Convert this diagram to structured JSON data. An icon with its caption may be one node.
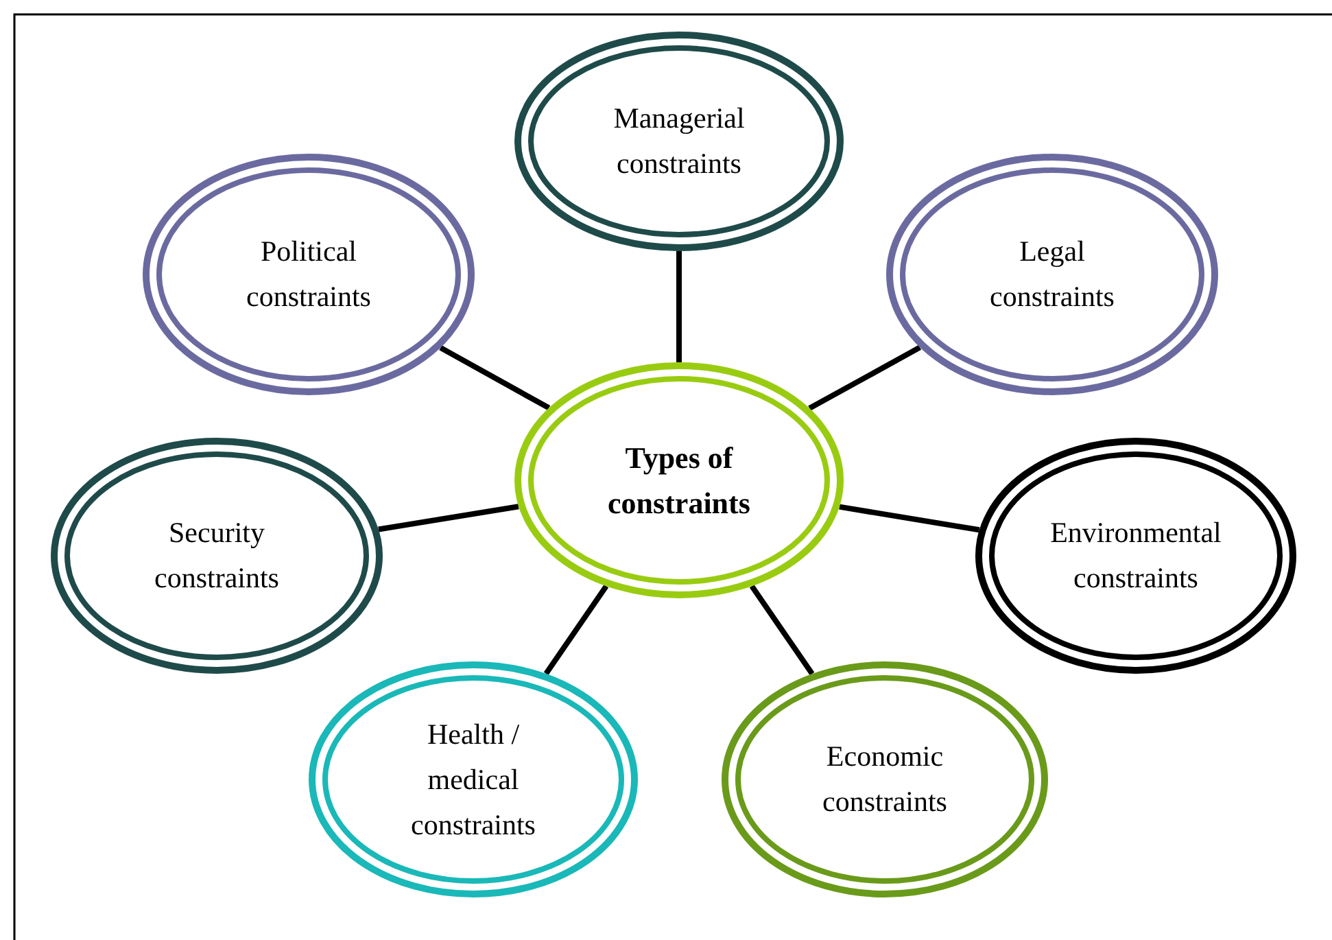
{
  "diagram": {
    "nodes": [
      {
        "text": [
          "Types of constraints"
        ]
      },
      {
        "text": [
          "Managerial constraints"
        ]
      },
      {
        "text": [
          "Political constraints"
        ]
      },
      {
        "text": [
          "Legal constraints"
        ]
      },
      {
        "text": [
          "Security constraints"
        ]
      },
      {
        "text": [
          "Environmental constraints"
        ]
      },
      {
        "text": [
          "Health / medical constraints"
        ]
      },
      {
        "text": [
          "Economic constraints"
        ]
      }
    ],
    "edges": [
      {
        "from": 0,
        "to": 1,
        "arrow": "none"
      },
      {
        "from": 0,
        "to": 2,
        "arrow": "none"
      },
      {
        "from": 0,
        "to": 3,
        "arrow": "none"
      },
      {
        "from": 0,
        "to": 4,
        "arrow": "none"
      },
      {
        "from": 0,
        "to": 5,
        "arrow": "none"
      },
      {
        "from": 0,
        "to": 6,
        "arrow": "none"
      },
      {
        "from": 0,
        "to": 7,
        "arrow": "none"
      }
    ]
  }
}
